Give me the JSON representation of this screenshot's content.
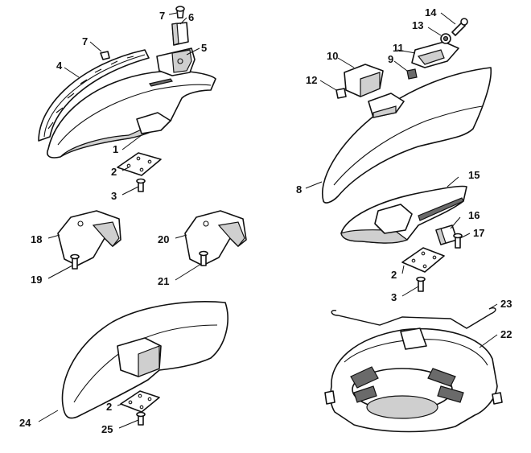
{
  "callouts": {
    "c1": "1",
    "c2a": "2",
    "c2b": "2",
    "c2c": "2",
    "c3a": "3",
    "c3b": "3",
    "c4": "4",
    "c5": "5",
    "c6": "6",
    "c7a": "7",
    "c7b": "7",
    "c8": "8",
    "c9": "9",
    "c10": "10",
    "c11": "11",
    "c12": "12",
    "c13": "13",
    "c14": "14",
    "c15": "15",
    "c16": "16",
    "c17": "17",
    "c18": "18",
    "c19": "19",
    "c20": "20",
    "c21": "21",
    "c22": "22",
    "c23": "23",
    "c24": "24",
    "c25": "25"
  },
  "colors": {
    "line": "#111111",
    "shade": "#cfcfcf",
    "dark": "#6a6a6a",
    "paper": "#ffffff"
  }
}
